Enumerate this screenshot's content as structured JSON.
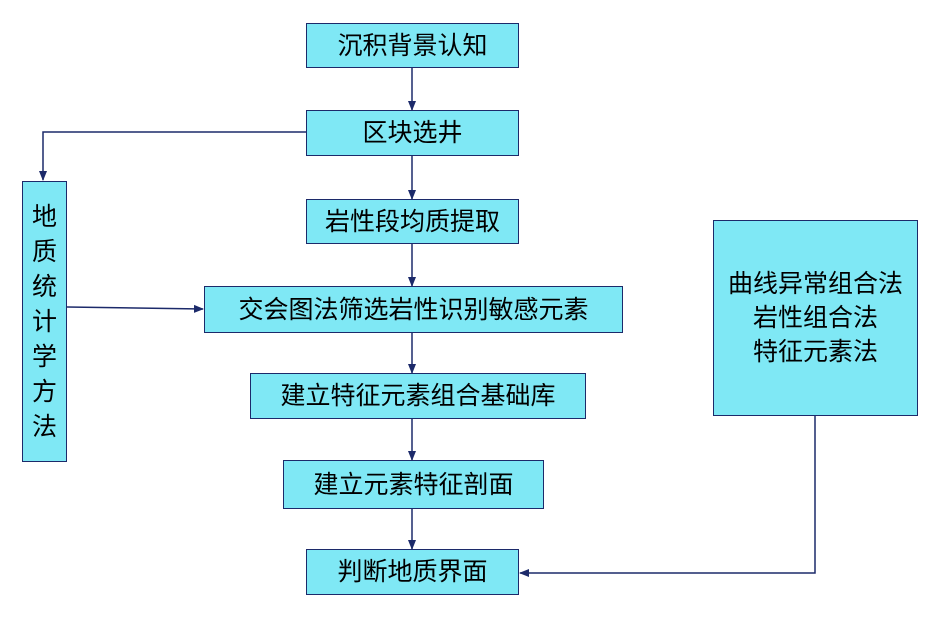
{
  "steps": [
    "沉积背景认知",
    "区块选井",
    "岩性段均质提取",
    "交会图法筛选岩性识别敏感元素",
    "建立特征元素组合基础库",
    "建立元素特征剖面",
    "判断地质界面"
  ],
  "side_method": [
    "地",
    "质",
    "统",
    "计",
    "学",
    "方",
    "法"
  ],
  "right_methods": [
    "曲线异常组合法",
    "岩性组合法",
    "特征元素法"
  ],
  "colors": {
    "box_fill": "#7fe8f5",
    "box_border": "#1c2a6a",
    "arrow": "#1c2a6a"
  }
}
